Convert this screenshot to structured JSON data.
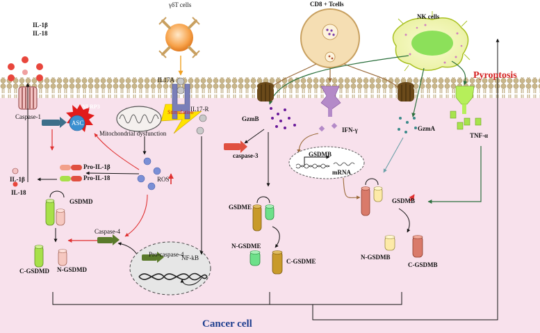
{
  "labels": {
    "gd_t_cells": "γδT cells",
    "cd8_t_cells": "CD8 + Tcells",
    "nk_cells": "NK cells",
    "pyroptosis": "Pyroptosis",
    "cancer_cell": "Cancer cell",
    "il1b_top": "IL-1β",
    "il18_top": "IL-18",
    "il17a": "IL17A",
    "il17r": "IL17-R",
    "nlrp3": "NLRP3",
    "caspase1": "Caspase-1",
    "asc": "ASC",
    "stimulation": "Stimulation",
    "mito_dysfunction": "Mitochondrial dysfunction",
    "pro_il1b": "Pro-IL-1β",
    "pro_il18": "Pro-IL-18",
    "ros": "ROS",
    "il1b_left": "IL-1β",
    "il18_left": "IL-18",
    "gsdmd": "GSDMD",
    "caspase4": "Caspase-4",
    "c_gsdmd": "C-GSDMD",
    "n_gsdmd": "N-GSDMD",
    "pro_caspase4": "Pro-caspase-4",
    "nfkb": "NF-kB",
    "gzmb": "GzmB",
    "caspase3": "caspase-3",
    "gsdme": "GSDME",
    "n_gsdme": "N-GSDME",
    "c_gsdme": "C-GSDME",
    "ifng": "IFN-γ",
    "gsdmb_gene": "GSDMB",
    "mrna": "mRNA",
    "gzma": "GzmA",
    "gsdmb": "GSDMB",
    "n_gsdmb": "N-GSDMB",
    "c_gsdmb": "C-GSDMB",
    "tnfa": "TNF-α"
  },
  "colors": {
    "cytoplasm": "#f8e1ec",
    "membrane_head": "#c9b68a",
    "activation_arrow": "#2a6f3c",
    "caspase4_arrow": "#e03030",
    "pore": "#6b4a1a",
    "gsdme": "#c89a2a",
    "gsdmb": "#d97a6a",
    "gsdmd": "#a8e04a",
    "ifng_receptor": "#b48ac8",
    "tnf": "#a7e34d",
    "title_blue": "#1f3f8f",
    "pyroptosis_red": "#d42020"
  }
}
